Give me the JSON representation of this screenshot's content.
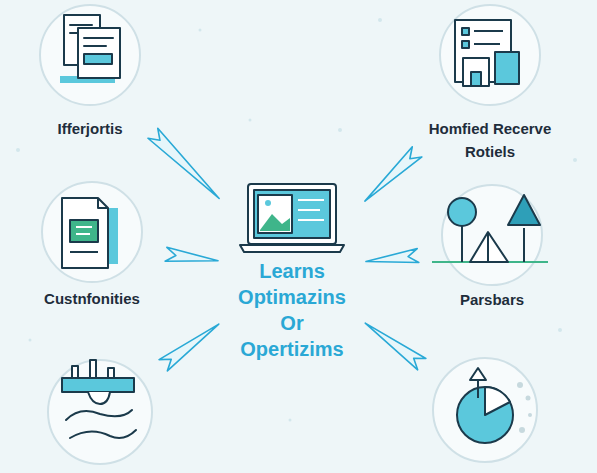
{
  "diagram": {
    "nodes": [
      {
        "text": [
          "Ifferjortis"
        ]
      },
      {
        "text": [
          "Homfied Recerve Rotiels"
        ]
      },
      {
        "text": [
          "Custnfonities"
        ]
      },
      {
        "text": [
          "Learns Optimazins Or Opertizims"
        ]
      },
      {
        "text": [
          "Parsbars"
        ]
      },
      {
        "text": []
      },
      {
        "text": []
      }
    ],
    "edges": [
      {
        "from": 0,
        "to": 3,
        "arrow": "to"
      },
      {
        "from": 1,
        "to": 3,
        "arrow": "to"
      },
      {
        "from": 2,
        "to": 3,
        "arrow": "to"
      },
      {
        "from": 4,
        "to": 3,
        "arrow": "to"
      },
      {
        "from": 5,
        "to": 3,
        "arrow": "to"
      },
      {
        "from": 6,
        "to": 3,
        "arrow": "to"
      }
    ]
  }
}
